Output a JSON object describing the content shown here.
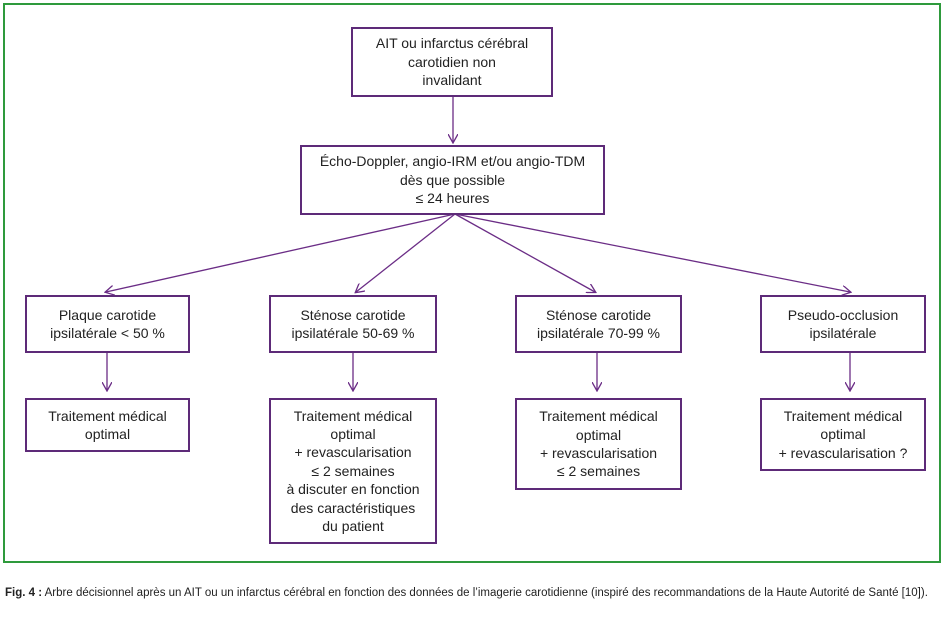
{
  "diagram": {
    "root": {
      "lines": [
        "AIT ou infarctus cérébral",
        "carotidien non",
        "invalidant"
      ]
    },
    "imaging": {
      "lines": [
        "Écho-Doppler, angio-IRM et/ou angio-TDM",
        "dès que possible",
        "≤ 24 heures"
      ]
    },
    "branches": [
      {
        "condition": [
          "Plaque carotide",
          "ipsilatérale < 50 %"
        ],
        "treatment": [
          "Traitement médical",
          "optimal"
        ]
      },
      {
        "condition": [
          "Sténose carotide",
          "ipsilatérale 50-69 %"
        ],
        "treatment": [
          "Traitement médical",
          "optimal",
          "+ revascularisation",
          "≤ 2 semaines",
          "à discuter en fonction",
          "des caractéristiques",
          "du patient"
        ]
      },
      {
        "condition": [
          "Sténose carotide",
          "ipsilatérale 70-99 %"
        ],
        "treatment": [
          "Traitement médical",
          "optimal",
          "+ revascularisation",
          "≤ 2 semaines"
        ]
      },
      {
        "condition": [
          "Pseudo-occlusion",
          "ipsilatérale"
        ],
        "treatment": [
          "Traitement médical",
          "optimal",
          "+ revascularisation ?"
        ]
      }
    ]
  },
  "caption": {
    "label": "Fig. 4 :",
    "text": "Arbre décisionnel après un AIT ou un infarctus cérébral en fonction des données de l’imagerie carotidienne (inspiré des recommandations de la Haute Autorité de Santé [10])."
  },
  "colors": {
    "box_border": "#5d2a78",
    "arrow": "#6b2d86",
    "frame": "#2e9a3c"
  }
}
